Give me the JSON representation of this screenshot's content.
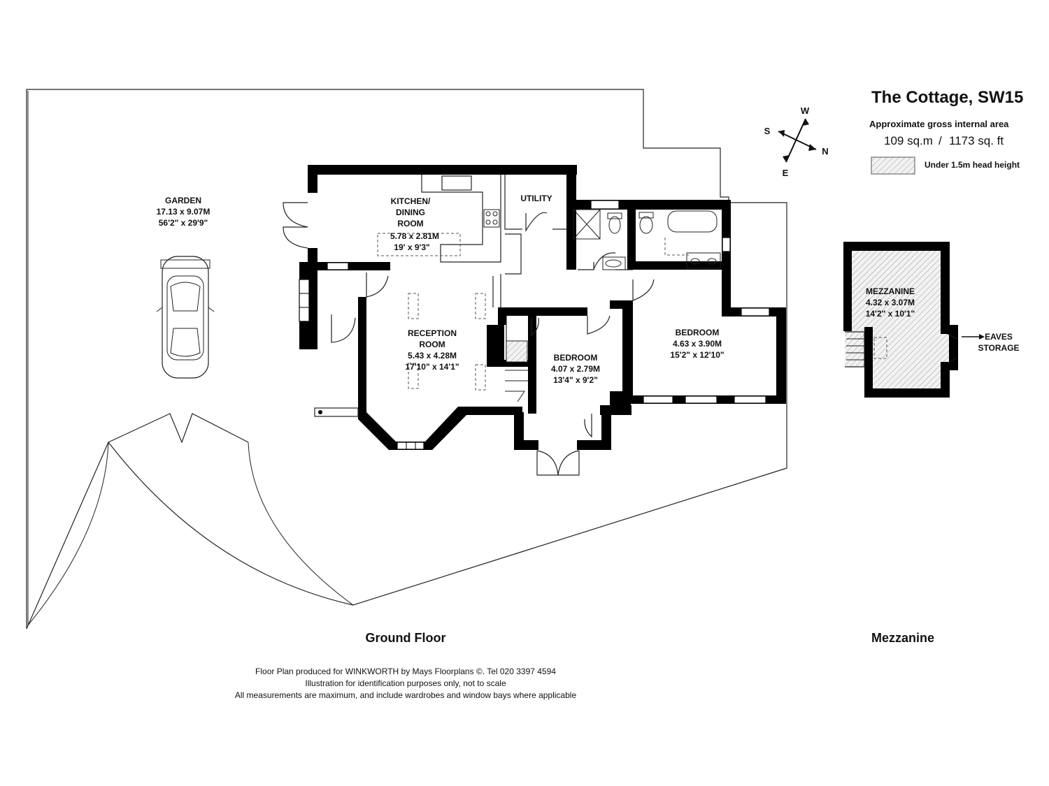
{
  "header": {
    "title": "The Cottage, SW15",
    "subtitle": "Approximate gross internal area",
    "area_sqm": "109 sq.m",
    "area_sep": "/",
    "area_sqft": "1173 sq. ft",
    "legend_label": "Under 1.5m head height"
  },
  "compass": {
    "north": "N",
    "south": "S",
    "east": "E",
    "west": "W"
  },
  "rooms": {
    "garden": {
      "name": "GARDEN",
      "metric": "17.13 x 9.07M",
      "imperial": "56'2\" x 29'9\""
    },
    "kitchen": {
      "name_line1": "KITCHEN/",
      "name_line2": "DINING",
      "name_line3": "ROOM",
      "metric": "5.78 x 2.81M",
      "imperial": "19' x 9'3\""
    },
    "utility": {
      "name": "UTILITY"
    },
    "reception": {
      "name_line1": "RECEPTION",
      "name_line2": "ROOM",
      "metric": "5.43 x 4.28M",
      "imperial": "17'10\" x 14'1\""
    },
    "bedroom1": {
      "name": "BEDROOM",
      "metric": "4.07 x 2.79M",
      "imperial": "13'4\" x 9'2\""
    },
    "bedroom2": {
      "name": "BEDROOM",
      "metric": "4.63 x 3.90M",
      "imperial": "15'2\" x 12'10\""
    },
    "mezzanine": {
      "name": "MEZZANINE",
      "metric": "4.32 x 3.07M",
      "imperial": "14'2\" x 10'1\""
    },
    "eaves": {
      "line1": "EAVES",
      "line2": "STORAGE"
    }
  },
  "floors": {
    "ground": "Ground Floor",
    "mezzanine": "Mezzanine"
  },
  "footer": {
    "line1": "Floor Plan produced for WINKWORTH by Mays Floorplans ©. Tel 020 3397 4594",
    "line2": "Illustration for identification purposes only, not to scale",
    "line3": "All measurements are maximum, and include wardrobes and window bays where applicable"
  }
}
